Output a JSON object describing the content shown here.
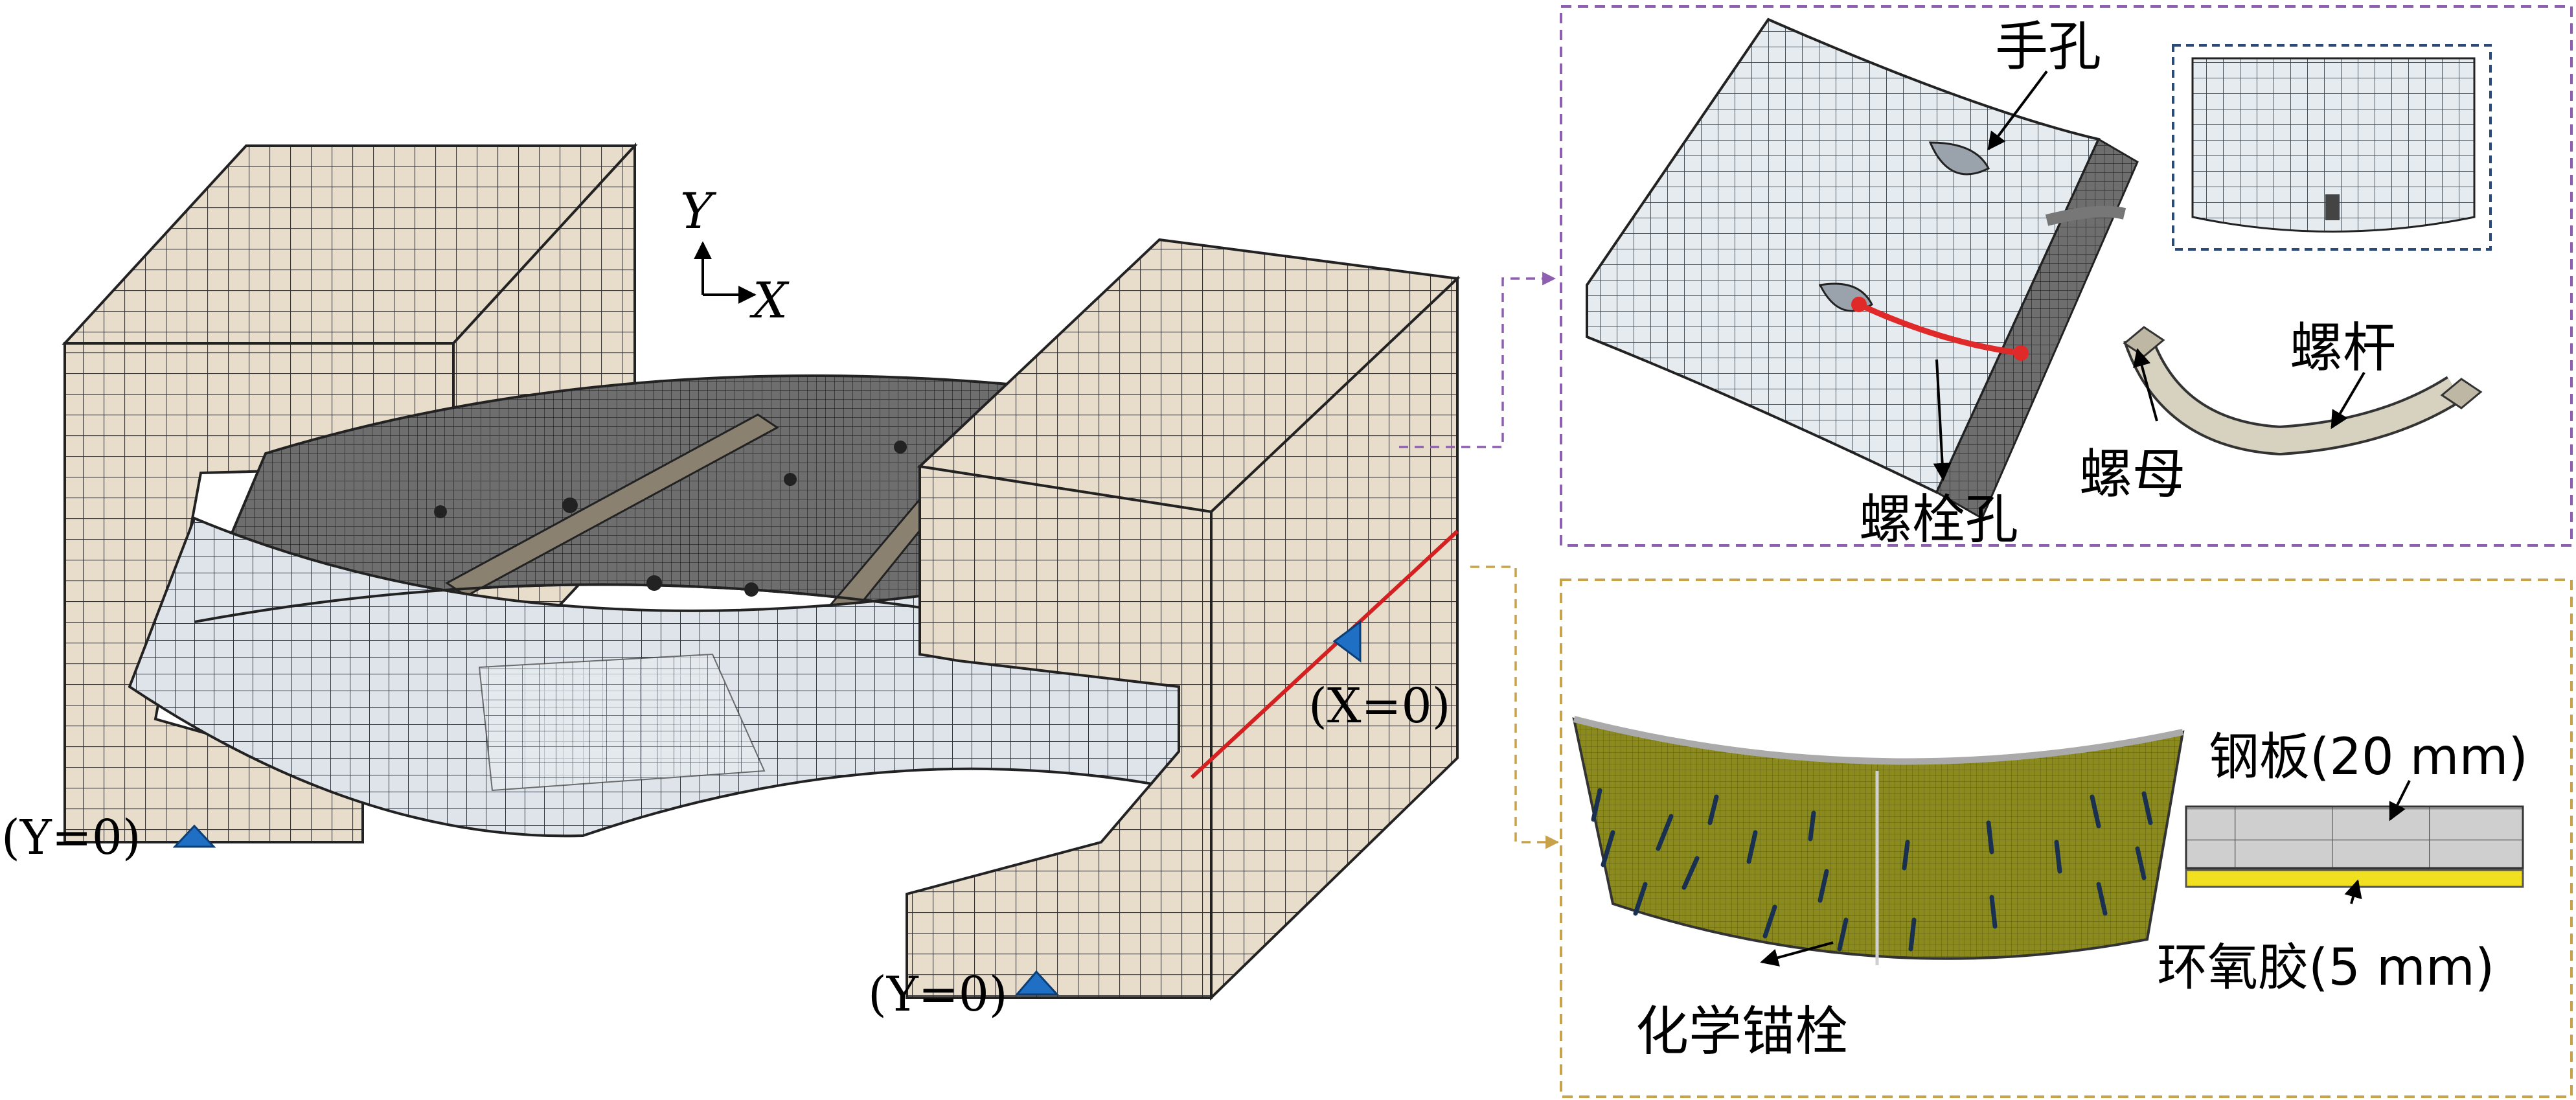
{
  "main_model": {
    "axis_y": "Y",
    "axis_x": "X",
    "bc_left": "(Y=0)",
    "bc_bottom": "(Y=0)",
    "bc_right": "(X=0)",
    "bc_marker_color": "#1f6fc4",
    "block_color": "#e8dccb",
    "segment_color": "#dde2e8",
    "plate_color": "#6b6b6b"
  },
  "detail_bolt": {
    "hand_hole": "手孔",
    "bolt_hole": "螺栓孔",
    "bolt_rod": "螺杆",
    "nut": "螺母",
    "frame_color": "#8e5fb0"
  },
  "detail_plate": {
    "steel_plate": "钢板(20 mm)",
    "epoxy": "环氧胶(5 mm)",
    "chemical_anchor": "化学锚栓",
    "frame_color": "#c8a24a",
    "panel_color": "#8a8a1e",
    "epoxy_color": "#f0e020"
  }
}
